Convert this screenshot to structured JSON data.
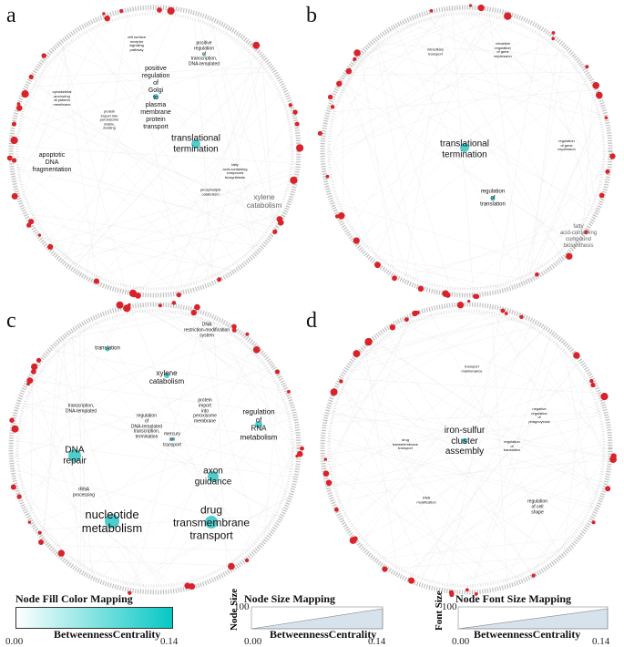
{
  "panels": [
    {
      "letter": "a"
    },
    {
      "letter": "b"
    },
    {
      "letter": "c"
    },
    {
      "letter": "d"
    }
  ],
  "labels_a": {
    "cell_surface": "cell surface\nreceptor\nsignaling\npathway",
    "positive_reg_transcription": "positive\nregulation\nof\ntranscription,\nDNA-templated",
    "positive_reg_golgi": "positive\nregulation\nof\nGolgi\nto\nplasma\nmembrane\nprotein\ntransport",
    "cytoskeletal": "cytoskeletal\nanchoring\nat plasma\nmembrane",
    "protein_import": "protein\nimport into\nperoxisome\nmatrix,\ndocking",
    "translational_termination": "translational\ntermination",
    "fatty_acid": "fatty\nacid-containing\ncompound\nbiosynthesis",
    "apoptotic": "apoptotic\nDNA\nfragmentation",
    "phospholipid": "phospholipid\ncatabolism",
    "xylene": "xylene\ncatabolism"
  },
  "labels_b": {
    "circadian": "circadian\nregulation\nof gene\nexpression",
    "intraciliary": "intraciliary\ntransport",
    "translational_termination": "translational\ntermination",
    "regulation_gene": "regulation\nof gene\nexpression",
    "regulation_translation": "regulation\nof\ntranslation",
    "fatty_acid": "fatty\nacid-containing\ncompound\nbiosynthesis"
  },
  "labels_c": {
    "dna_restriction": "DNA\nrestriction-modification\nsystem",
    "translation": "translation",
    "xylene": "xylene\ncatabolism",
    "protein_import": "protein\nimport\ninto\nperoxisome\nmembrane",
    "regulation_rna": "regulation\nof\nRNA\nmetabolism",
    "transcription": "transcription,\nDNA-templated",
    "regulation_dna": "regulation\nof\nDNA-templated\ntranscription,\ntermination",
    "mercury": "mercury\nion\ntransport",
    "dna_repair": "DNA\nrepair",
    "axon": "axon\nguidance",
    "rrna": "rRNA\nprocessing",
    "nucleotide": "nucleotide\nmetabolism",
    "drug": "drug\ntransmembrane\ntransport"
  },
  "labels_d": {
    "transport_maintenance": "transport\nmaintenance",
    "negative_reg_phago": "negative\nregulation\nof\nphagocytosis",
    "iron_sulfur": "iron-sulfur\ncluster\nassembly",
    "drug": "drug\ntransmembrane\ntransport",
    "regulation_translation": "regulation\nof\ntranslation",
    "dna_modification": "DNA\nmodification",
    "regulation_cell_shape": "regulation\nof cell\nshape"
  },
  "legend": {
    "fill": {
      "title": "Node Fill Color Mapping",
      "axis": "BetweennessCentrality",
      "min": "0.00",
      "max": "0.14",
      "color_low": "#ffffff",
      "color_high": "#06c8c4"
    },
    "size": {
      "title": "Node Size Mapping",
      "axis": "BetweennessCentrality",
      "vlabel": "Node Size",
      "min": "0.00",
      "max": "0.14",
      "ymax": "100"
    },
    "font": {
      "title": "Node Font Size Mapping",
      "axis": "BetweennessCentrality",
      "vlabel": "Font Size",
      "min": "0.00",
      "max": "0.14",
      "ymax": "100"
    }
  },
  "colors": {
    "hub": "#3cc8c6",
    "peripheral": "#d9232a",
    "edge": "#c8c8c8"
  }
}
